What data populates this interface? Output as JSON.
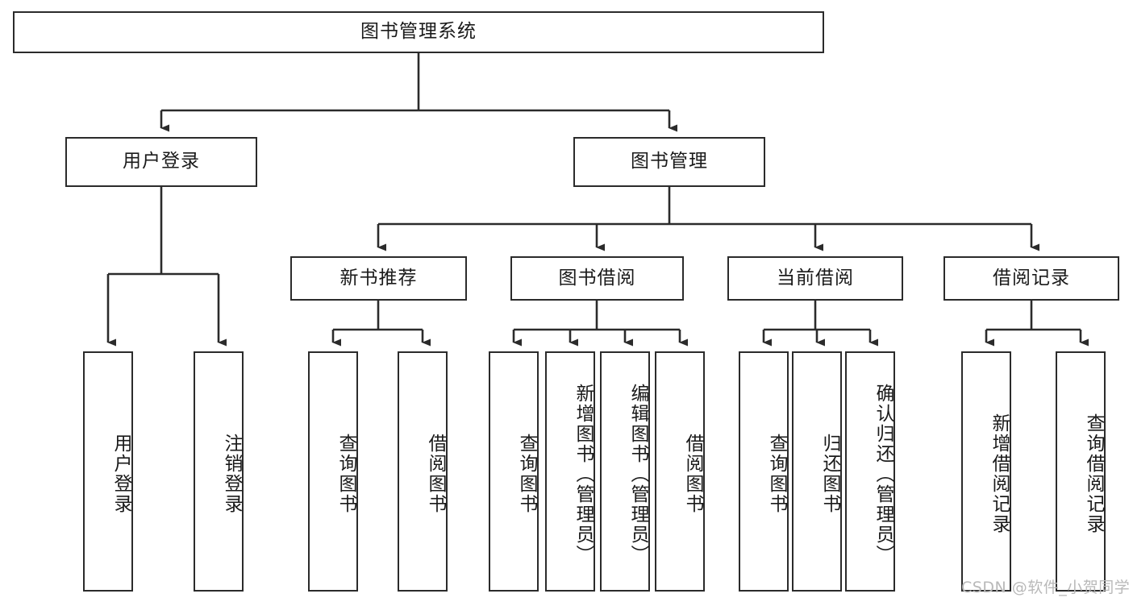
{
  "diagram": {
    "title": "图书管理系统",
    "type": "tree",
    "watermark": "CSDN @软件_小贺同学",
    "colors": {
      "node_border": "#2b2b2b",
      "node_fill": "#ffffff",
      "edge": "#2b2b2b",
      "text": "#1a1a1a",
      "watermark": "#b9b9b9",
      "background": "#ffffff"
    },
    "nodes": {
      "root": {
        "label": "图书管理系统"
      },
      "level2": [
        {
          "id": "user-login",
          "label": "用户登录"
        },
        {
          "id": "book-manage",
          "label": "图书管理"
        }
      ],
      "level3": [
        {
          "id": "new-book-rec",
          "label": "新书推荐"
        },
        {
          "id": "book-borrow",
          "label": "图书借阅"
        },
        {
          "id": "current-borrow",
          "label": "当前借阅"
        },
        {
          "id": "borrow-record",
          "label": "借阅记录"
        }
      ],
      "leaves": {
        "user_login": [
          {
            "id": "leaf-user-login",
            "label": "用户登录"
          },
          {
            "id": "leaf-logout",
            "label": "注销登录"
          }
        ],
        "new_book_rec": [
          {
            "id": "leaf-query-book-1",
            "label": "查询图书"
          },
          {
            "id": "leaf-borrow-book-1",
            "label": "借阅图书"
          }
        ],
        "book_borrow": [
          {
            "id": "leaf-query-book-2",
            "label": "查询图书"
          },
          {
            "id": "leaf-add-book",
            "label": "新增图书（管理员）"
          },
          {
            "id": "leaf-edit-book",
            "label": "编辑图书（管理员）"
          },
          {
            "id": "leaf-borrow-book-2",
            "label": "借阅图书"
          }
        ],
        "current_borrow": [
          {
            "id": "leaf-query-book-3",
            "label": "查询图书"
          },
          {
            "id": "leaf-return-book",
            "label": "归还图书"
          },
          {
            "id": "leaf-confirm-return",
            "label": "确认归还（管理员）"
          }
        ],
        "borrow_record": [
          {
            "id": "leaf-add-record",
            "label": "新增借阅记录"
          },
          {
            "id": "leaf-query-record",
            "label": "查询借阅记录"
          }
        ]
      }
    }
  }
}
